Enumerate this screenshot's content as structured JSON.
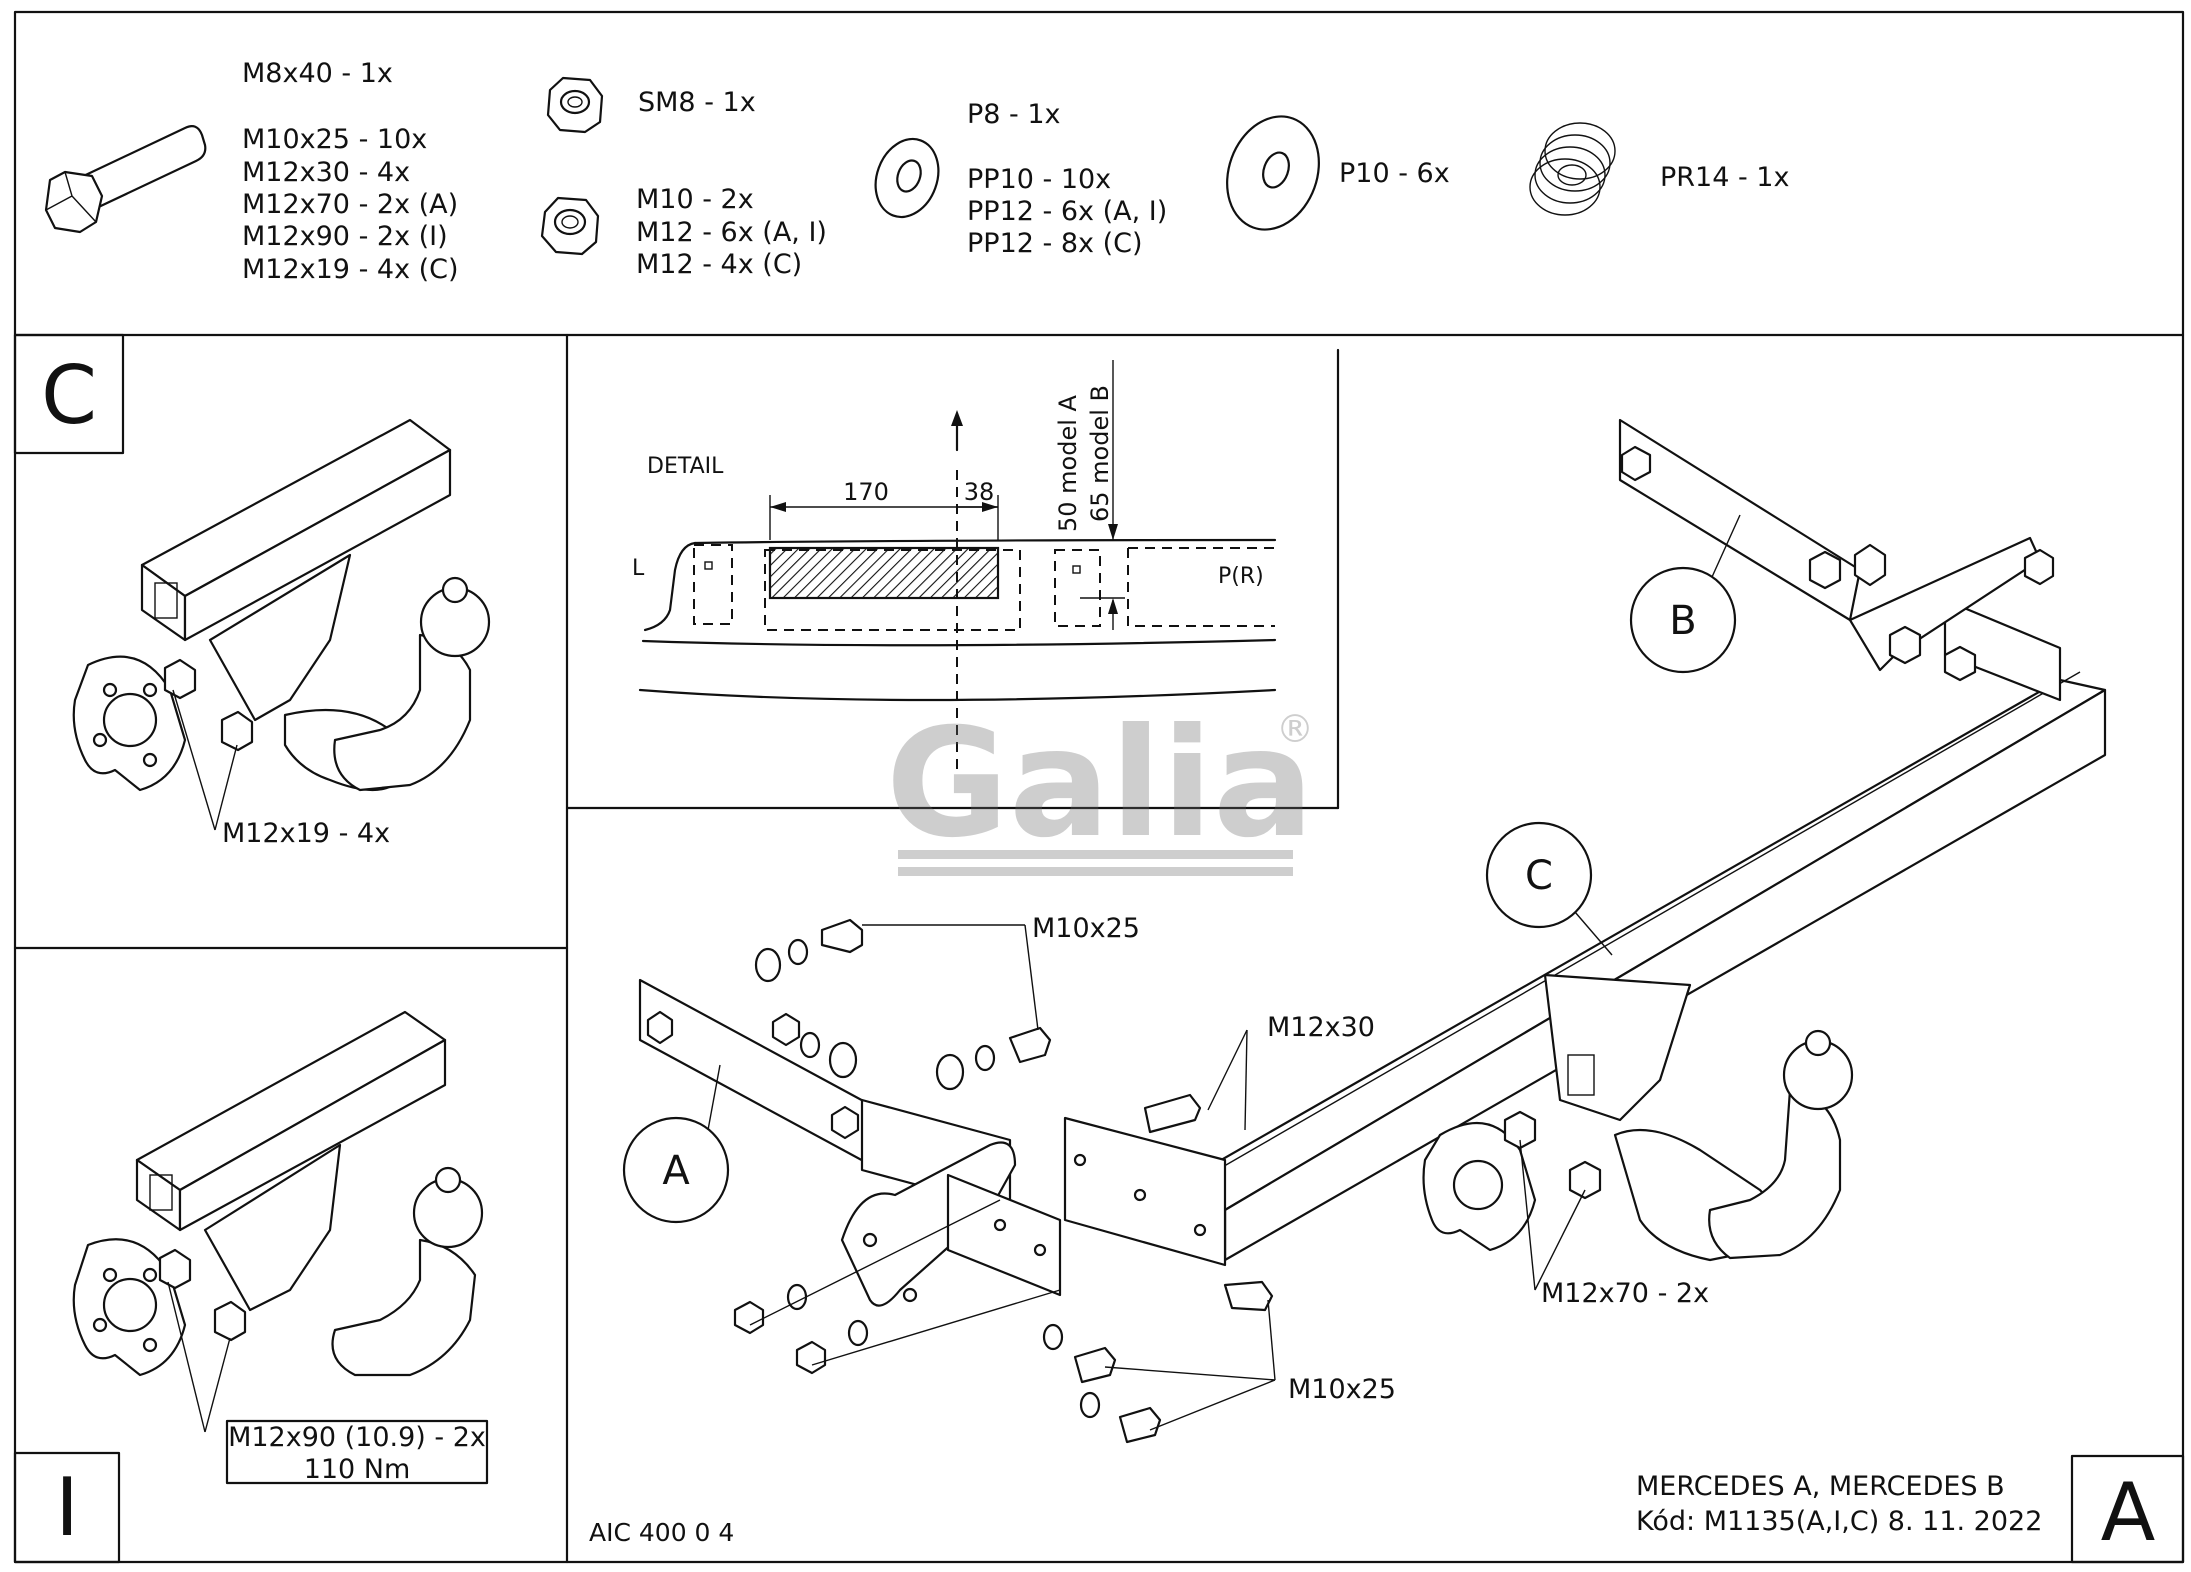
{
  "hardware": {
    "bolts": [
      "M8x40 - 1x",
      "M10x25 - 10x",
      "M12x30 - 4x",
      "M12x70 - 2x (A)",
      "M12x90 - 2x (I)",
      "M12x19 - 4x (C)"
    ],
    "sm8": "SM8 - 1x",
    "nuts": [
      "M10 - 2x",
      "M12 - 6x (A, I)",
      "M12 - 4x (C)"
    ],
    "p8": "P8 - 1x",
    "pp": [
      "PP10 - 10x",
      "PP12 - 6x (A, I)",
      "PP12 - 8x (C)"
    ],
    "p10": "P10 - 6x",
    "pr14": "PR14 - 1x"
  },
  "panel_c": {
    "letter": "C",
    "bolt_label": "M12x19 - 4x"
  },
  "panel_i": {
    "letter": "I",
    "bolt_label": "M12x90 (10.9) - 2x",
    "torque": "110 Nm"
  },
  "detail": {
    "title": "DETAIL",
    "left": "L",
    "right": "P(R)",
    "dim1": "170",
    "dim2": "38",
    "model_a": "50 model A",
    "model_b": "65 model B"
  },
  "main": {
    "callout_a": "A",
    "callout_b": "B",
    "callout_c": "C",
    "label_m10_top": "M10x25",
    "label_m12x30": "M12x30",
    "label_m12x70": "M12x70 - 2x",
    "label_m10_bottom": "M10x25",
    "watermark": "Galia",
    "registered": "®"
  },
  "footer": {
    "code": "AIC 400 0 4",
    "vehicle": "MERCEDES A, MERCEDES B",
    "kod": "Kód: M1135(A,I,C)  8. 11. 2022",
    "variant_letter": "A"
  }
}
